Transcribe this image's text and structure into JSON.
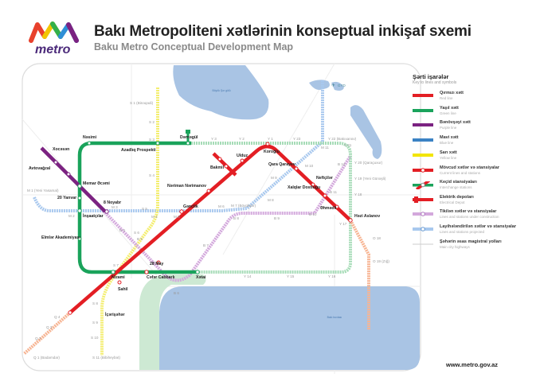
{
  "header": {
    "logo_text": "metro",
    "title": "Bakı Metropoliteni xətlərinin konseptual inkişaf sxemi",
    "subtitle": "Baku Metro Conceptual Development Map"
  },
  "colors": {
    "red": "#e31e24",
    "green": "#1aa35b",
    "purple": "#7b2281",
    "blue": "#3b82c4",
    "yellow": "#f2e500",
    "orange": "#f28c5a",
    "water": "#a9c4e4",
    "park": "#cde9d3"
  },
  "legend": {
    "title": "Şərti işarələr",
    "subtitle": "Key to lines and symbols",
    "items": [
      {
        "label": "Qırmızı xətt",
        "en": "Red line"
      },
      {
        "label": "Yaşıl xətt",
        "en": "Green line"
      },
      {
        "label": "Bənövşəyi xətt",
        "en": "Purple line"
      },
      {
        "label": "Mavi xətt",
        "en": "Blue line"
      },
      {
        "label": "Sarı xətt",
        "en": "Yellow line"
      },
      {
        "label": "Mövcud xətlər və stansiyalar",
        "en": "Current lines and stations"
      },
      {
        "label": "Keçid stansiyaları",
        "en": "Interchange stations"
      },
      {
        "label": "Elektrik depoları",
        "en": "Electrical Depot"
      },
      {
        "label": "Tikilən xətlər və stansiyalar",
        "en": "Lines and stations under construction"
      },
      {
        "label": "Layihələndirilən xətlər və stansiyalar",
        "en": "Lines and stations projected"
      },
      {
        "label": "Şəhərin əsas magistral yolları",
        "en": "Main city highways"
      }
    ]
  },
  "stations": {
    "xocasen": "Xocəsən",
    "avtovagzal": "Avtovağzal",
    "memar": "Memar Əcəmi",
    "yanvar20": "20 Yanvar",
    "noyabr8": "8 Noyabr",
    "insaatcilar": "İnşaatçılar",
    "elmler": "Elmlər Akademiyası",
    "nasimi": "Nəsimi",
    "azadliq": "Azadlıq Prospekti",
    "darnagul": "Dərnəgül",
    "bakmil": "Bakmil",
    "ulduz": "Ulduz",
    "koroglu": "Koroğlu",
    "qarayev": "Qara Qarayev",
    "neftciler": "Neftçilər",
    "nariman": "Nəriman Nərimanov",
    "genclik": "Gənclik",
    "xalqlar": "Xalqlar Dostluğu",
    "ahmadli": "Əhmədli",
    "hazi": "Həzi Aslanov",
    "may28": "28 May",
    "cafar": "Cəfər Cabbarlı",
    "xatai": "Xətai",
    "nizami": "Nizami",
    "sahil": "Sahil",
    "icherisheher": "İçərişəhər"
  },
  "codes": {
    "s1": "S 1 (Binəqədi)",
    "s2": "S 2",
    "s3": "S 3",
    "s4": "S 4",
    "s5": "S 5",
    "s6": "S 6",
    "s7": "S 7",
    "s8": "S 8",
    "s9": "S 9",
    "s10": "S 10",
    "s11": "S 11 (Bibiheybət)",
    "q1": "Q 1 (Badamdar)",
    "q2": "Q 2",
    "q3": "Q 3",
    "q4": "Q 4",
    "y1": "Y 1",
    "y2": "Y 2",
    "y3": "Y 3",
    "y14": "Y 14",
    "y15": "Y 15",
    "y16": "Y 16",
    "y17": "Y 17",
    "y18": "Y 18",
    "y19": "Y 19 (Yeni Günəşli)",
    "y20": "Y 20 (Qaraçuxur)",
    "y21": "Y 21",
    "y22": "Y 22 (Bakıxanov)",
    "y23": "Y 23",
    "m1": "M 1 (Yeni Yasamal)",
    "m2": "M 2",
    "m3": "M 3",
    "m4": "M 4",
    "m5": "M 5",
    "m6": "M 6",
    "m7": "M 7 (Böyükşor)",
    "m8": "M 8",
    "m9": "M 9",
    "m10": "M 10",
    "m11": "M 11",
    "b4": "B 4",
    "b5": "B 5",
    "b6": "B 6",
    "b7": "B 7",
    "b8": "B 8",
    "b9": "B 9",
    "b10": "B 10",
    "b11": "B 11",
    "b12": "B 12",
    "o18": "O 18",
    "o19": "O 19 (Zığ)"
  },
  "places": {
    "airport": "GYD",
    "lake": "Böyük Şor gölü",
    "sea": "Bakı buxtası"
  },
  "footer": {
    "url": "www.metro.gov.az"
  }
}
